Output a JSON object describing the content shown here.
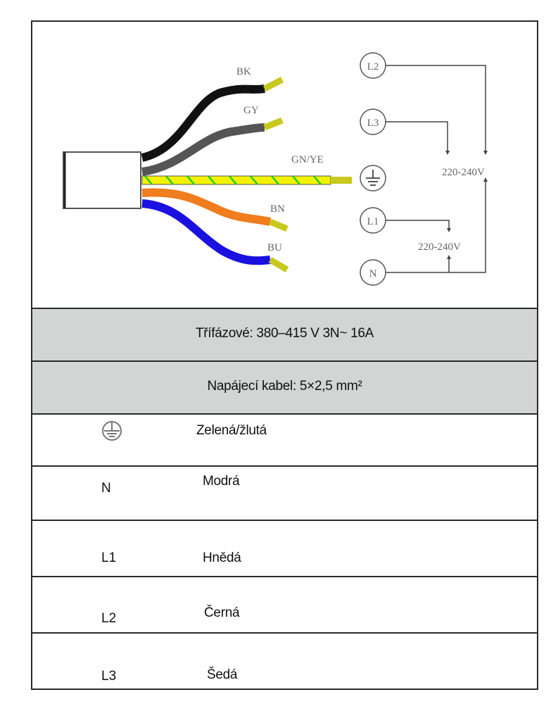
{
  "diagram": {
    "wire_labels": {
      "bk": "BK",
      "gy": "GY",
      "gnye": "GN/YE",
      "bn": "BN",
      "bu": "BU"
    },
    "terminals": {
      "l2": "L2",
      "l3": "L3",
      "l1": "L1",
      "n": "N"
    },
    "voltage_labels": {
      "upper": "220-240V",
      "lower": "220-240V"
    },
    "wire_colors": {
      "bk": "#111111",
      "gy": "#555555",
      "gnye_yellow": "#f2f200",
      "gnye_green": "#22cc22",
      "bn": "#f07d1e",
      "bu": "#1a10e0",
      "tip": "#c8c81e"
    }
  },
  "table": {
    "supply": "Třífázové: 380–415 V 3N~ 16A",
    "cable": "Napájecí kabel: 5×2,5 mm²",
    "rows": [
      {
        "terminal": "",
        "terminal_icon": "earth-icon",
        "color": "Zelená/žlutá"
      },
      {
        "terminal": "N",
        "color": "Modrá"
      },
      {
        "terminal": "L1",
        "color": "Hnědá"
      },
      {
        "terminal": "L2",
        "color": "Černá"
      },
      {
        "terminal": "L3",
        "color": "Šedá"
      }
    ],
    "header_bg": "#d3d4d4"
  }
}
